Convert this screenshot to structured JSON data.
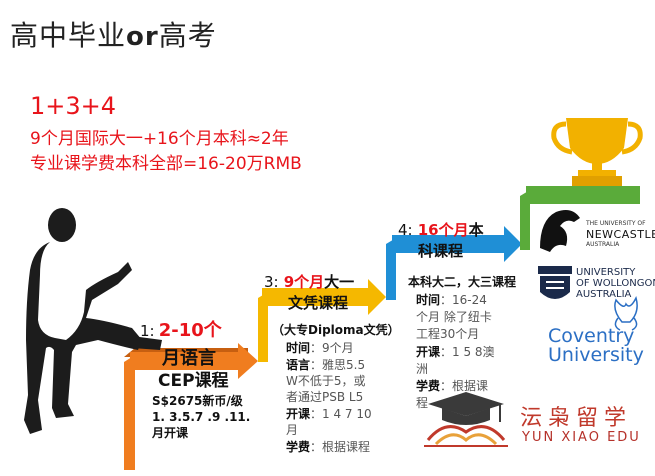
{
  "title": {
    "pre": "高中毕业",
    "or": "or",
    "post": "高考"
  },
  "headline": {
    "formula": "1+3+4",
    "line1": "9个月国际大一+16个月本科≈2年",
    "line2": "专业课学费本科全部=16-20万RMB"
  },
  "step1": {
    "num": "1:",
    "dur": "2-10个",
    "name1": "月语言",
    "name2": "CEP课程",
    "fee1": "S$2675新币/级",
    "fee2": "1. 3.5.7 .9 .11.",
    "fee3": "月开课"
  },
  "step3": {
    "num": "3:",
    "dur": "9个月",
    "name_a": "大一",
    "name_b": "文凭课程",
    "sub": "（大专Diploma文凭）",
    "time_label": "时间",
    "time_val": "：9个月",
    "lang_label": "语言",
    "lang_val": "：雅思5.5",
    "lang_val2": "W不低于5，或",
    "lang_val3": "者通过PSB L5",
    "start_label": "开课",
    "start_val": "：1 4 7 10",
    "start_val2": "月",
    "fee_label": "学费",
    "fee_val": "：根据课程"
  },
  "step4": {
    "num": "4:",
    "dur": "16个月",
    "name_a": "本",
    "name_b": "科课程",
    "sub": "本科大二，大三课程",
    "time_label": "时间",
    "time_val": "：16-24",
    "time_val2": "个月 除了纽卡",
    "time_val3": "工程30个月",
    "start_label": "开课",
    "start_val": "：1 5 8澳",
    "start_val2": "洲",
    "fee_label": "学费",
    "fee_val": "：根据课",
    "fee_val2": "程"
  },
  "unis": {
    "newcastle_small": "THE UNIVERSITY OF",
    "newcastle": "NEWCASTLE",
    "newcastle_country": "AUSTRALIA",
    "wollongong_1": "UNIVERSITY",
    "wollongong_2": "OF WOLLONGONG",
    "wollongong_3": "AUSTRALIA",
    "coventry_1": "Coventry",
    "coventry_2": "University"
  },
  "brand": {
    "cn": "沄枭留学",
    "en": "YUN XIAO EDU"
  },
  "colors": {
    "red": "#e8141b",
    "orange": "#f07d1f",
    "yellow": "#f5b800",
    "blue": "#1f8fd6",
    "green": "#5aab3a",
    "trophy": "#f2b100",
    "coventry": "#2b6fc4"
  }
}
